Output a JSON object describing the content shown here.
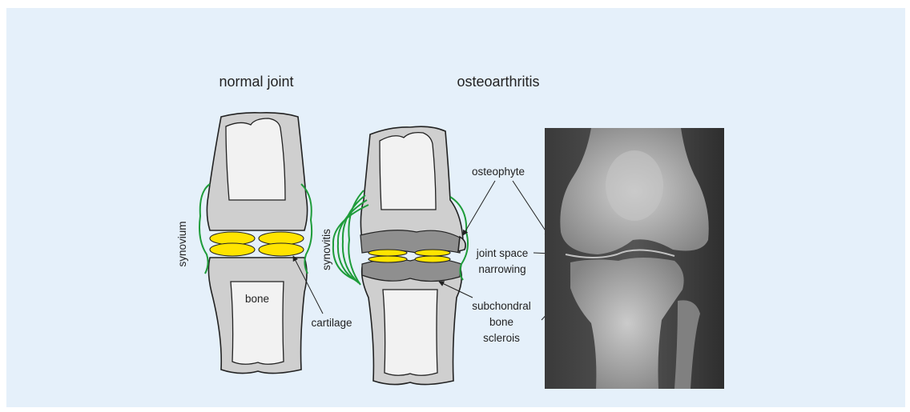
{
  "normal_joint": {
    "title": "normal joint",
    "labels": {
      "synovium": "synovium",
      "bone": "bone",
      "cartilage": "cartilage"
    }
  },
  "osteoarthritis": {
    "title": "osteoarthritis",
    "labels": {
      "synovitis": "synovitis",
      "osteophyte": "osteophyte",
      "joint_space_line1": "joint space",
      "joint_space_line2": "narrowing",
      "subchondral_line1": "subchondral",
      "subchondral_line2": "bone",
      "subchondral_line3": "sclerois"
    }
  },
  "colors": {
    "background": "#e5f0fa",
    "bone_cortex": "#cfcfcf",
    "bone_marrow": "#f2f2f2",
    "cartilage": "#ffe400",
    "sclerosis": "#8f8f8f",
    "synovium": "#1e9c3a"
  }
}
